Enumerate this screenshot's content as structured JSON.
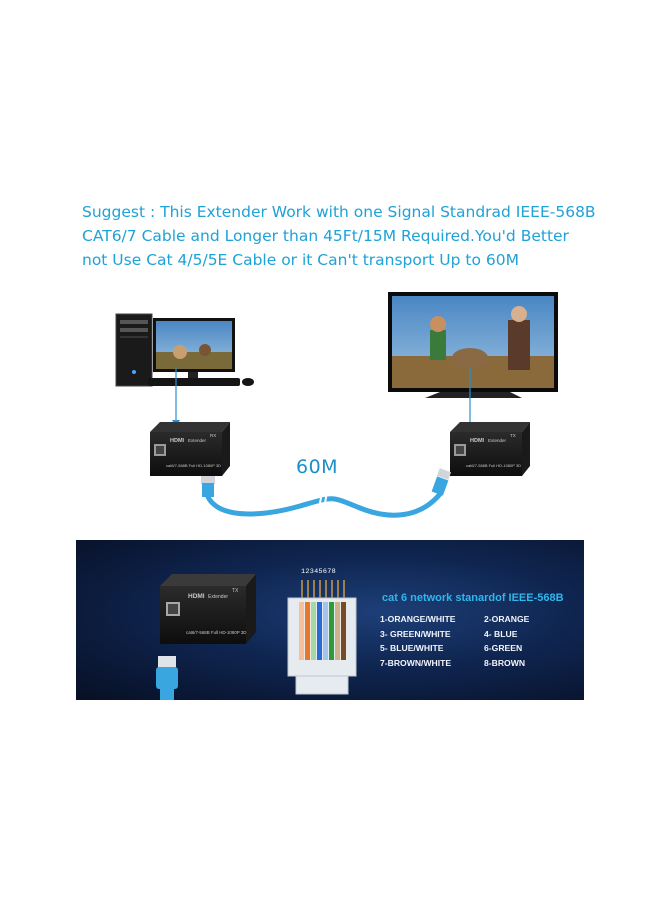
{
  "headline": {
    "line1": "Suggest : This Extender Work with one Signal Standrad IEEE-568B",
    "line2": "CAT6/7 Cable and Longer than 45Ft/15M Required.You'd Better",
    "line3": "not Use Cat 4/5/5E Cable or it Can't transport Up to 60M"
  },
  "distance_label": "60M",
  "transmitter": {
    "brand": "HDMI",
    "model": "Extender",
    "tag": "RX",
    "spec": "cat6/7-568B Full HD-1080P 3D"
  },
  "receiver": {
    "brand": "HDMI",
    "model": "Extender",
    "tag": "TX",
    "spec": "cat6/7-568B Full HD-1080P 3D"
  },
  "detail_device": {
    "brand": "HDMI",
    "model": "Extender",
    "tag": "TX",
    "spec": "cat6/7-568B Full HD-1080P 3D"
  },
  "connector_pins": "12345678",
  "standard_title": "cat 6 network stanardof IEEE-568B",
  "wiring": [
    {
      "left": "1-ORANGE/WHITE",
      "right": "2-ORANGE"
    },
    {
      "left": "3- GREEN/WHITE",
      "right": "4- BLUE"
    },
    {
      "left": "5- BLUE/WHITE",
      "right": "6-GREEN"
    },
    {
      "left": "7-BROWN/WHITE",
      "right": "8-BROWN"
    }
  ],
  "colors": {
    "headline": "#1fa2d6",
    "cable": "#3aa6e0",
    "panel_title": "#2fb6ea",
    "panel_bg": "#0f2550"
  }
}
